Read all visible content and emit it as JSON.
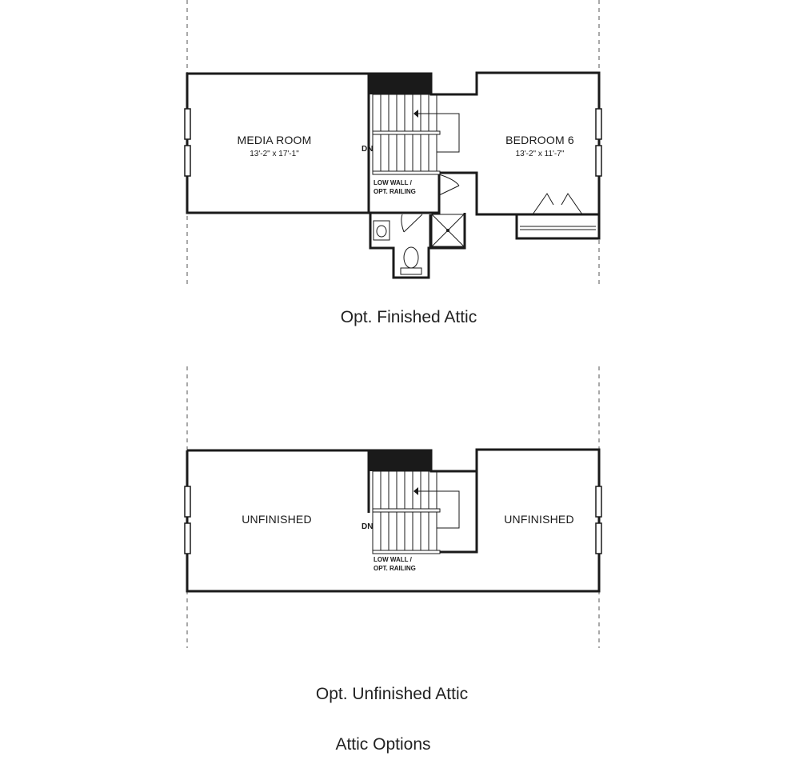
{
  "finished_plan": {
    "media_room": {
      "name": "MEDIA ROOM",
      "dims": "13'-2\" x 17'-1\""
    },
    "bedroom": {
      "name": "BEDROOM 6",
      "dims": "13'-2\" x 11'-7\""
    },
    "stair_dn": "DN",
    "low_wall_line1": "LOW WALL /",
    "low_wall_line2": "OPT. RAILING",
    "caption": "Opt. Finished Attic"
  },
  "unfinished_plan": {
    "left_room": "UNFINISHED",
    "right_room": "UNFINISHED",
    "stair_dn": "DN",
    "low_wall_line1": "LOW WALL /",
    "low_wall_line2": "OPT. RAILING",
    "caption": "Opt. Unfinished Attic"
  },
  "footer_title": "Attic Options",
  "icons": [
    "stair-arrow-icon",
    "sink-icon",
    "toilet-icon",
    "shower-icon",
    "window-icon",
    "door-swing-icon"
  ]
}
